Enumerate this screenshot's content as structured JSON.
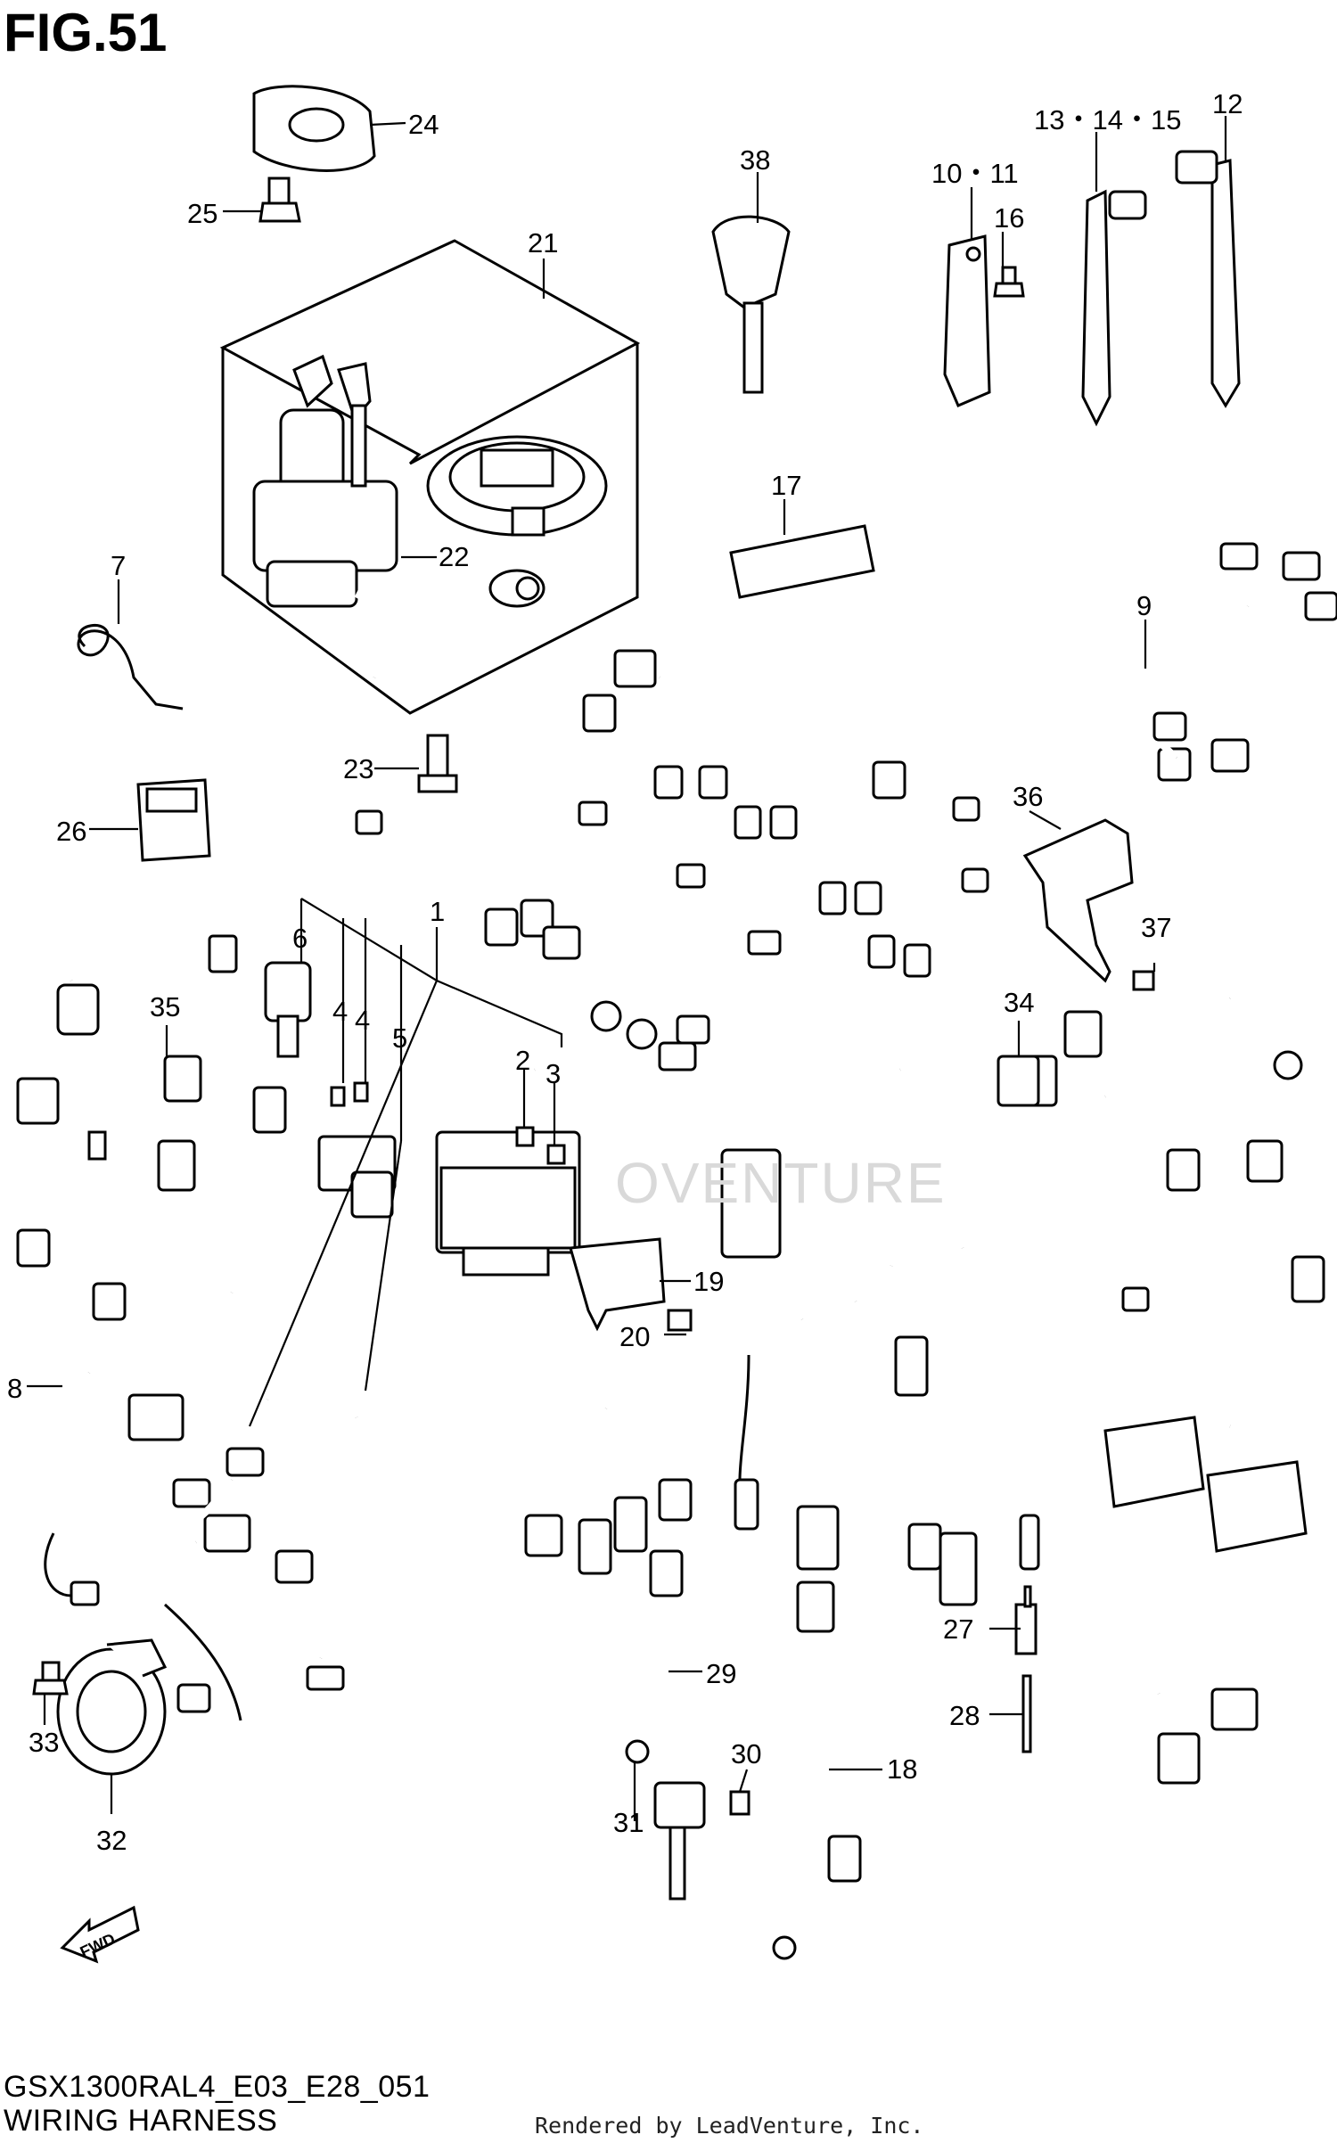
{
  "figure": {
    "title": "FIG.51",
    "model_code": "GSX1300RAL4_E03_E28_051",
    "subtitle": "WIRING HARNESS",
    "rendered_by": "Rendered by LeadVenture, Inc.",
    "watermark": "OVENTURE",
    "fwd_label": "FWD"
  },
  "callouts": [
    {
      "id": "c24",
      "text": "24"
    },
    {
      "id": "c25",
      "text": "25"
    },
    {
      "id": "c38",
      "text": "38"
    },
    {
      "id": "c1011",
      "text": "10・11"
    },
    {
      "id": "c16",
      "text": "16"
    },
    {
      "id": "c131415",
      "text": "13・14・15"
    },
    {
      "id": "c12",
      "text": "12"
    },
    {
      "id": "c21",
      "text": "21"
    },
    {
      "id": "c22",
      "text": "22"
    },
    {
      "id": "c7",
      "text": "7"
    },
    {
      "id": "c17",
      "text": "17"
    },
    {
      "id": "c9",
      "text": "9"
    },
    {
      "id": "c23",
      "text": "23"
    },
    {
      "id": "c26",
      "text": "26"
    },
    {
      "id": "c36",
      "text": "36"
    },
    {
      "id": "c37",
      "text": "37"
    },
    {
      "id": "c1",
      "text": "1"
    },
    {
      "id": "c6",
      "text": "6"
    },
    {
      "id": "c35",
      "text": "35"
    },
    {
      "id": "c4a",
      "text": "4"
    },
    {
      "id": "c4b",
      "text": "4"
    },
    {
      "id": "c5",
      "text": "5"
    },
    {
      "id": "c2",
      "text": "2"
    },
    {
      "id": "c3",
      "text": "3"
    },
    {
      "id": "c34",
      "text": "34"
    },
    {
      "id": "c19",
      "text": "19"
    },
    {
      "id": "c20",
      "text": "20"
    },
    {
      "id": "c8",
      "text": "8"
    },
    {
      "id": "c27",
      "text": "27"
    },
    {
      "id": "c28",
      "text": "28"
    },
    {
      "id": "c29",
      "text": "29"
    },
    {
      "id": "c30",
      "text": "30"
    },
    {
      "id": "c31",
      "text": "31"
    },
    {
      "id": "c18",
      "text": "18"
    },
    {
      "id": "c33",
      "text": "33"
    },
    {
      "id": "c32",
      "text": "32"
    }
  ]
}
